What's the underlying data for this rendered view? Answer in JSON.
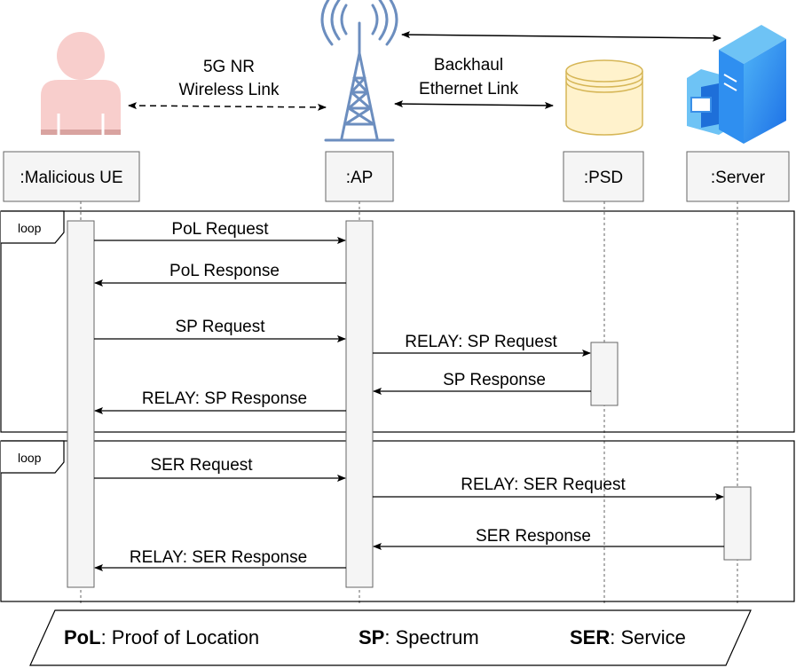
{
  "participants": {
    "ue": ":Malicious UE",
    "ap": ":AP",
    "psd": ":PSD",
    "server": ":Server"
  },
  "links": {
    "wireless_line1": "5G NR",
    "wireless_line2": "Wireless Link",
    "backhaul_line1": "Backhaul",
    "backhaul_line2": "Ethernet Link"
  },
  "loops": {
    "loop1": "loop",
    "loop2": "loop"
  },
  "messages": {
    "m1": "PoL Request",
    "m2": "PoL Response",
    "m3": "SP Request",
    "m4": "RELAY: SP Request",
    "m5": "SP Response",
    "m6": "RELAY: SP Response",
    "m7": "SER Request",
    "m8": "RELAY: SER Request",
    "m9": "SER Response",
    "m10": "RELAY: SER Response"
  },
  "legend": {
    "pol_abbr": "PoL",
    "pol_def": ": Proof of Location",
    "sp_abbr": "SP",
    "sp_def": ": Spectrum",
    "ser_abbr": "SER",
    "ser_def": ": Service"
  },
  "icons": {
    "ue": "user-icon",
    "ap": "antenna-tower-icon",
    "psd": "database-icon",
    "server": "server-icon"
  },
  "colors": {
    "user": "#f8cecc",
    "user_dark": "#b85450",
    "tower": "#6c8ebf",
    "db_fill": "#fff2cc",
    "db_stroke": "#d6b656",
    "server_light": "#5cc0f5",
    "server_dark": "#1565e0",
    "activation": "#f5f5f5",
    "lifeline": "#666666"
  }
}
